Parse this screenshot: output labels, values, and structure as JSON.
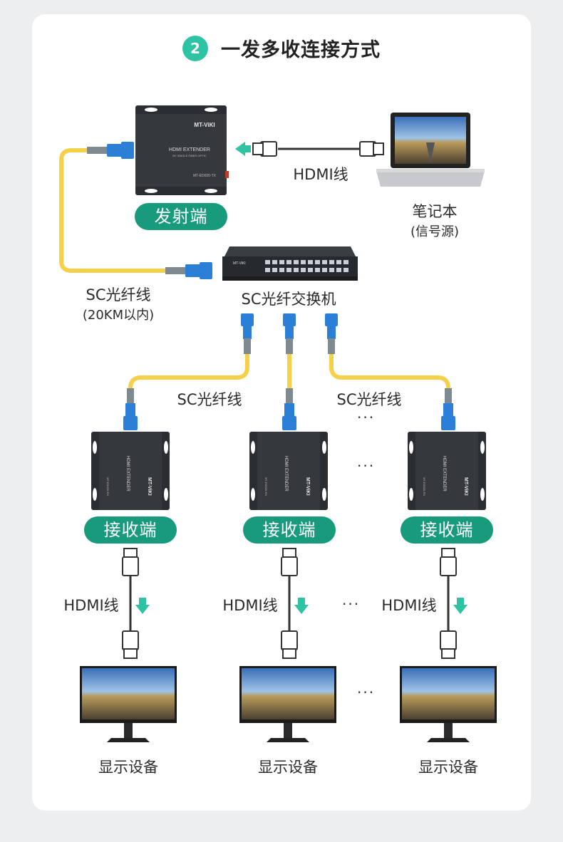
{
  "header": {
    "step": "2",
    "title": "一发多收连接方式"
  },
  "transmitter": {
    "label": "发射端",
    "brand": "MT-ViKI",
    "product": "HDMI EXTENDER",
    "tagline": "BY SINGLE FIBER OPTIC",
    "model": "MT-ED020-TX"
  },
  "receiver": {
    "label": "接收端",
    "brand": "MT-ViKI",
    "product": "HDMI EXTENDER",
    "tagline": "BY SINGLE FIBER OPTIC",
    "model": "MT-ED020-RX"
  },
  "laptop": {
    "label": "笔记本",
    "sub": "(信号源)"
  },
  "switch_label": "SC光纤交换机",
  "switch_brand": "MT-ViKI",
  "hdmi_cable": "HDMI线",
  "fiber_cable": "SC光纤线",
  "fiber_range": "(20KM以内)",
  "display": "显示设备",
  "ellipsis": "···",
  "colors": {
    "accent": "#2dc3a3",
    "pill": "#189a7d",
    "fiber": "#f5d04a",
    "connector": "#2c7fd6"
  }
}
